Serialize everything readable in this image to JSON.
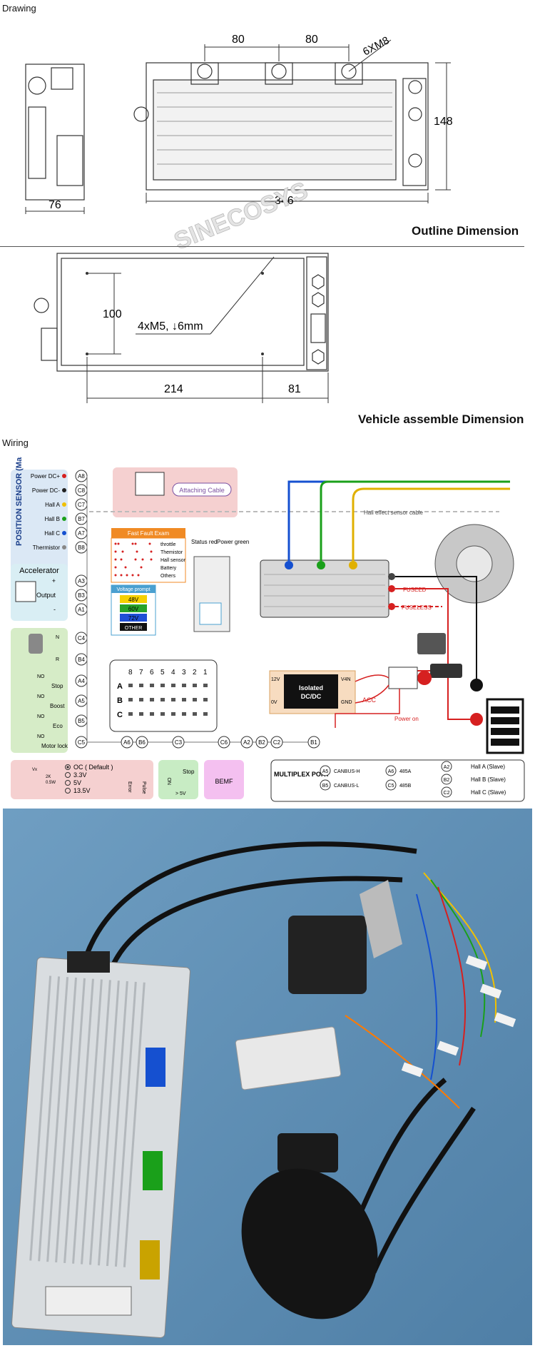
{
  "headers": {
    "drawing": "Drawing",
    "wiring": "Wiring"
  },
  "outline": {
    "dims": {
      "d80a": "80",
      "d80b": "80",
      "bolt": "6XM8",
      "height": "148",
      "side_width": "76",
      "length": "346"
    },
    "title": "Outline Dimension",
    "watermark": "SINECOSYS"
  },
  "assemble": {
    "dims": {
      "v": "100",
      "screw": "4xM5, ↓6mm",
      "w1": "214",
      "w2": "81"
    },
    "title": "Vehicle assemble Dimension"
  },
  "wiring": {
    "position_sensor": {
      "title": "POSITION SENSOR (Master)",
      "pins": [
        {
          "label": "Power DC+",
          "pin": "A8",
          "color": "#d62020"
        },
        {
          "label": "Power DC-",
          "pin": "C8",
          "color": "#222222"
        },
        {
          "label": "Hall A",
          "pin": "C7",
          "color": "#f0c000"
        },
        {
          "label": "Hall B",
          "pin": "B7",
          "color": "#1aa01a"
        },
        {
          "label": "Hall C",
          "pin": "A7",
          "color": "#1550d0"
        },
        {
          "label": "Thermistor",
          "pin": "B8",
          "color": "#888888"
        }
      ]
    },
    "accelerator": {
      "title": "Accelerator",
      "pins": [
        {
          "label": "+",
          "pin": "A3"
        },
        {
          "label": "Output",
          "pin": "B3"
        },
        {
          "label": "-",
          "pin": "A1"
        }
      ]
    },
    "switches": [
      {
        "label": "",
        "sub": "N",
        "pin": "C4"
      },
      {
        "label": "",
        "sub": "R",
        "pin": "B4"
      },
      {
        "label": "Stop",
        "sub": "NO",
        "pin": "A4"
      },
      {
        "label": "Boost",
        "sub": "NO",
        "pin": "A5"
      },
      {
        "label": "Eco",
        "sub": "NO",
        "pin": "B5"
      },
      {
        "label": "Motor lock",
        "sub": "NO",
        "pin": "C5"
      }
    ],
    "attach_cable": "Attaching Cable",
    "hall_cable": "Hall effect sensor cable",
    "fault_title": "Fast Fault Exam",
    "faults": [
      "throttle",
      "Themistor",
      "Hall sensor",
      "Battery",
      "Others"
    ],
    "voltage_title": "Voltage prompt",
    "voltages": [
      {
        "label": "48V",
        "color": "#f5d000"
      },
      {
        "label": "60V",
        "color": "#29a329"
      },
      {
        "label": "72V",
        "color": "#1f4fd6"
      },
      {
        "label": "OTHER",
        "color": "#111111"
      }
    ],
    "status": "Status red",
    "power": "Power green",
    "connector": {
      "cols": [
        "8",
        "7",
        "6",
        "5",
        "4",
        "3",
        "2",
        "1"
      ],
      "rows": [
        "A",
        "B",
        "C"
      ]
    },
    "dcdc": {
      "line1": "Isolated",
      "line2": "DC/DC",
      "p12": "12V",
      "p0": "0V",
      "v4n": "V4N",
      "gnd": "GND",
      "acc": "ACC",
      "power_on": "Power on"
    },
    "fuse": {
      "fused": "FUSEED",
      "fuseless": "FUSELESS"
    },
    "bottom_pins": [
      "A6",
      "B6",
      "C3",
      "C6",
      "A2",
      "B2",
      "C2",
      "B1"
    ],
    "signal": {
      "options": [
        "OC ( Default )",
        "3.3V",
        "5V",
        "13.5V"
      ],
      "error": "Error",
      "pulse": "Pulse",
      "r1": "2K",
      "r2": "0.5W",
      "vx": "Vx"
    },
    "stop_box": {
      "label": "Stop",
      "no": "NO",
      "gt5v": "> 5V"
    },
    "bemf": "BEMF",
    "multiplex": {
      "title": "MULTIPLEX PORT",
      "items": [
        {
          "pin": "A5",
          "label": "CANBUS-H"
        },
        {
          "pin": "B5",
          "label": "CANBUS-L"
        },
        {
          "pin": "A6",
          "label": "485A"
        },
        {
          "pin": "C5",
          "label": "485B"
        },
        {
          "pin": "A2",
          "label": "Hall A (Slave)"
        },
        {
          "pin": "B2",
          "label": "Hall B (Slave)"
        },
        {
          "pin": "C2",
          "label": "Hall C (Slave)"
        }
      ]
    }
  }
}
